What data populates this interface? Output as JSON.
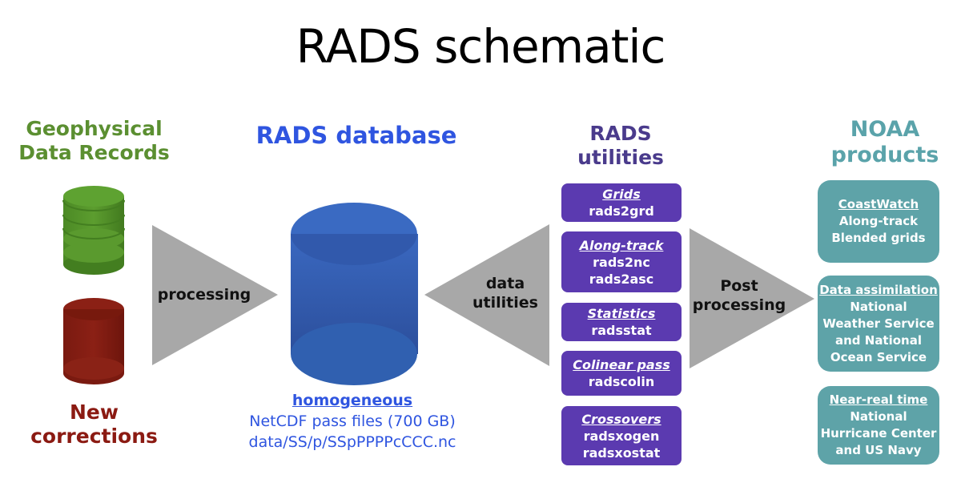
{
  "title": "RADS schematic",
  "sources": {
    "gdr_label_line1": "Geophysical",
    "gdr_label_line2": "Data Records",
    "corrections_label_line1": "New",
    "corrections_label_line2": "corrections"
  },
  "arrows": {
    "processing": "processing",
    "data_utilities_line1": "data",
    "data_utilities_line2": "utilities",
    "post_processing_line1": "Post",
    "post_processing_line2": "processing"
  },
  "database": {
    "heading_bold": "RADS",
    "heading_rest": "database",
    "homogeneous": "homogeneous",
    "files": "NetCDF pass files (700 GB)",
    "path": "data/SS/p/SSpPPPPcCCC.nc"
  },
  "utilities": {
    "heading_line1": "RADS",
    "heading_line2": "utilities",
    "items": [
      {
        "heading": "Grids",
        "lines": [
          "rads2grd"
        ]
      },
      {
        "heading": "Along-track",
        "lines": [
          "rads2nc",
          "rads2asc"
        ]
      },
      {
        "heading": "Statistics",
        "lines": [
          "radsstat"
        ]
      },
      {
        "heading": "Colinear pass",
        "lines": [
          "radscolin"
        ]
      },
      {
        "heading": "Crossovers",
        "lines": [
          "radsxogen",
          "radsxostat"
        ]
      }
    ]
  },
  "products": {
    "heading_line1": "NOAA",
    "heading_line2": "products",
    "items": [
      {
        "heading": "CoastWatch",
        "lines": [
          "Along-track",
          "Blended grids"
        ]
      },
      {
        "heading": "Data assimilation",
        "lines": [
          "National",
          "Weather Service",
          "and National",
          "Ocean Service"
        ]
      },
      {
        "heading": "Near-real time",
        "lines": [
          "National",
          "Hurricane Center",
          "and US Navy"
        ]
      }
    ]
  },
  "colors": {
    "green": "#5b8f31",
    "red": "#8b1a12",
    "blue": "#2f55e0",
    "purple_box": "#5b3ab0",
    "teal_box": "#5ea3a8",
    "arrow_gray": "#a8a8a8"
  }
}
